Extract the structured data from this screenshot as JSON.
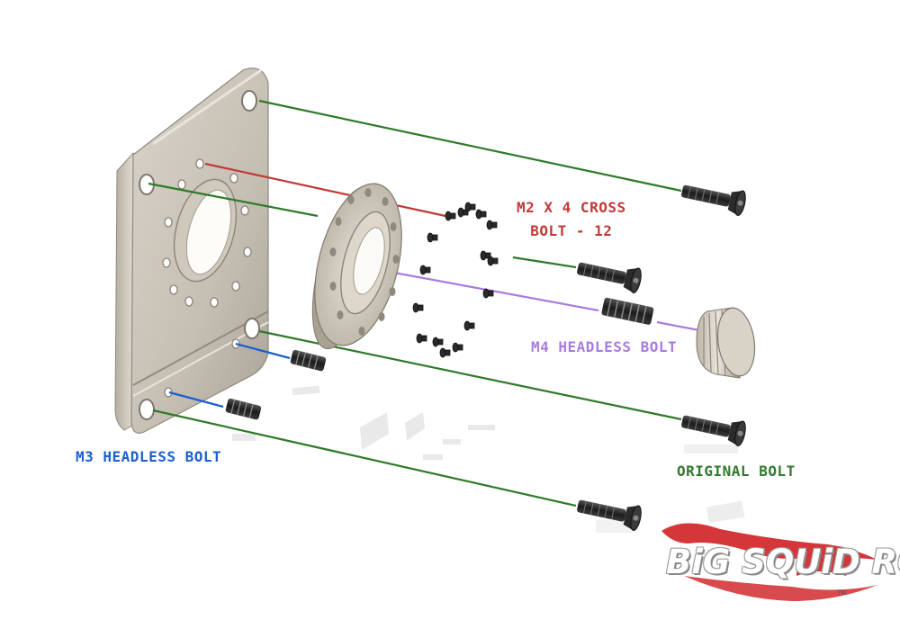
{
  "labels": {
    "m2_line1": "M2 X 4 CROSS",
    "m2_line2": "BOLT - 12",
    "m4": "M4 HEADLESS  BOLT",
    "m3": "M3 HEADLESS BOLT",
    "original": "ORIGINAL  BOLT"
  },
  "logo": {
    "text": "BiG SQUiD RC",
    "tm": "TM"
  },
  "colors": {
    "m2_red": "#c13a37",
    "m4_purple": "#a97be0",
    "m3_blue": "#1b5fd0",
    "original_green": "#2f7a2a",
    "logo_red": "#d5363a"
  }
}
